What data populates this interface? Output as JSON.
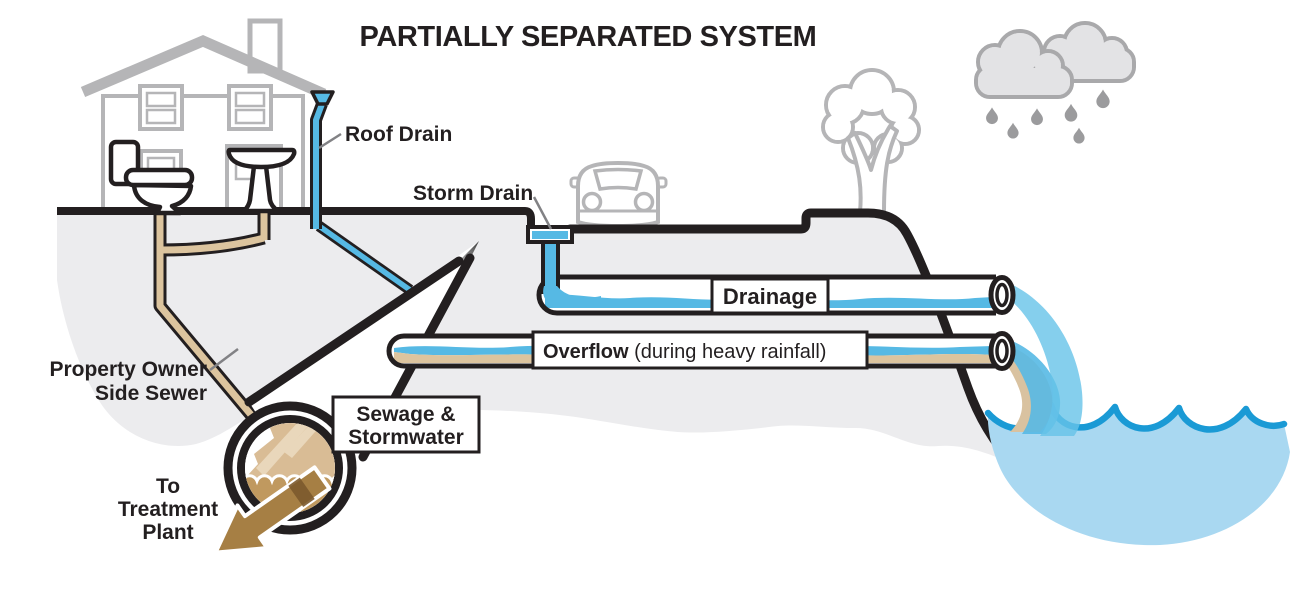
{
  "title": "PARTIALLY SEPARATED SYSTEM",
  "labels": {
    "roof_drain": "Roof Drain",
    "storm_drain": "Storm Drain",
    "drainage": "Drainage",
    "overflow_bold": "Overflow",
    "overflow_detail": " (during heavy rainfall)",
    "side_sewer": [
      "Property Owner",
      "Side Sewer"
    ],
    "sewage": [
      "Sewage &",
      "Stormwater"
    ],
    "treatment": [
      "To",
      "Treatment",
      "Plant"
    ]
  },
  "illustrations": [
    "house-icon",
    "toilet-icon",
    "sink-icon",
    "chimney-icon",
    "roof-drain-pipe-icon",
    "storm-drain-inlet-icon",
    "car-icon",
    "tree-icon",
    "rain-clouds-icon",
    "raindrop-icon",
    "drainage-pipe-icon",
    "overflow-pipe-icon",
    "combined-sewer-icon",
    "sewage-stormwater-cross-section-icon",
    "treatment-arrow-icon",
    "receiving-water-icon",
    "property-side-sewer-pipe-icon"
  ],
  "colors": {
    "ink": "#231f20",
    "outline_gray": "#b5b5b7",
    "cloud_fill": "#e3e3e5",
    "rain_gray": "#9b9b9d",
    "ground_gray": "#ececee",
    "pipe_water_blue": "#56b9e4",
    "wave_stroke_blue": "#1a9ad5",
    "water_fill_blue": "#a9d8f1",
    "stream_blue": "#67c3e9",
    "sewer_tan": "#dcc49e",
    "sewage_light": "#d9bc95",
    "sewage_streak": "#e9d7bb",
    "sewage_dark": "#c0995f",
    "arrow_brown": "#a67f44",
    "arrow_stripe": "#7c5a2e",
    "leader_gray": "#828285"
  }
}
